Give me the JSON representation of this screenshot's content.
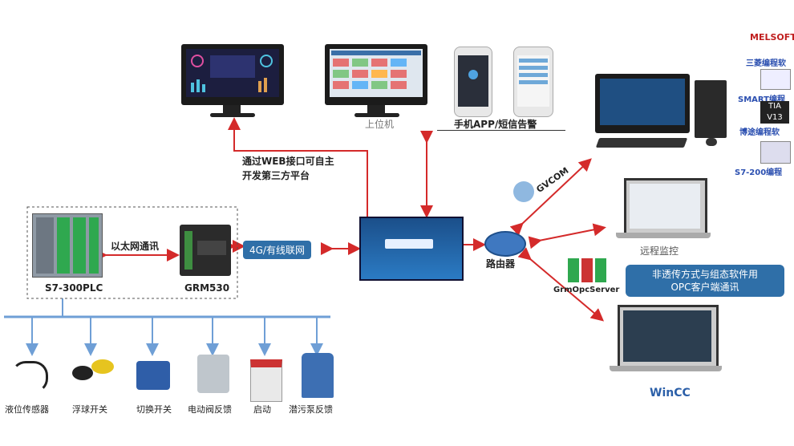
{
  "labels": {
    "host_pc": "上位机",
    "mobile_app": "手机APP/短信告警",
    "web_interface": "通过WEB接口可自主\n开发第三方平台",
    "ethernet": "以太网通讯",
    "network_4g": "4G/有线联网",
    "router": "路由器",
    "gvcom": "GVCOM",
    "remote_monitor": "远程监控",
    "opc_server": "GrmOpcServer",
    "opc_note": "非透传方式与组态软件用\nOPC客户端通讯",
    "plc": "S7-300PLC",
    "grm": "GRM530",
    "wincc": "WinCC",
    "sensors": [
      "液位传感器",
      "浮球开关",
      "切换开关",
      "电动阀反馈",
      "启动",
      "潜污泵反馈"
    ]
  },
  "software": [
    {
      "logo": "MELSOFT",
      "label": "三菱编程软"
    },
    {
      "logo": "",
      "label": "SMART编程"
    },
    {
      "logo": "TIA V13",
      "label": "博途编程软"
    },
    {
      "logo": "",
      "label": "S7-200编程"
    }
  ],
  "colors": {
    "arrow_red": "#d42a2a",
    "blue_box": "#2f6fa8",
    "bus_blue": "#6f9fd6"
  }
}
